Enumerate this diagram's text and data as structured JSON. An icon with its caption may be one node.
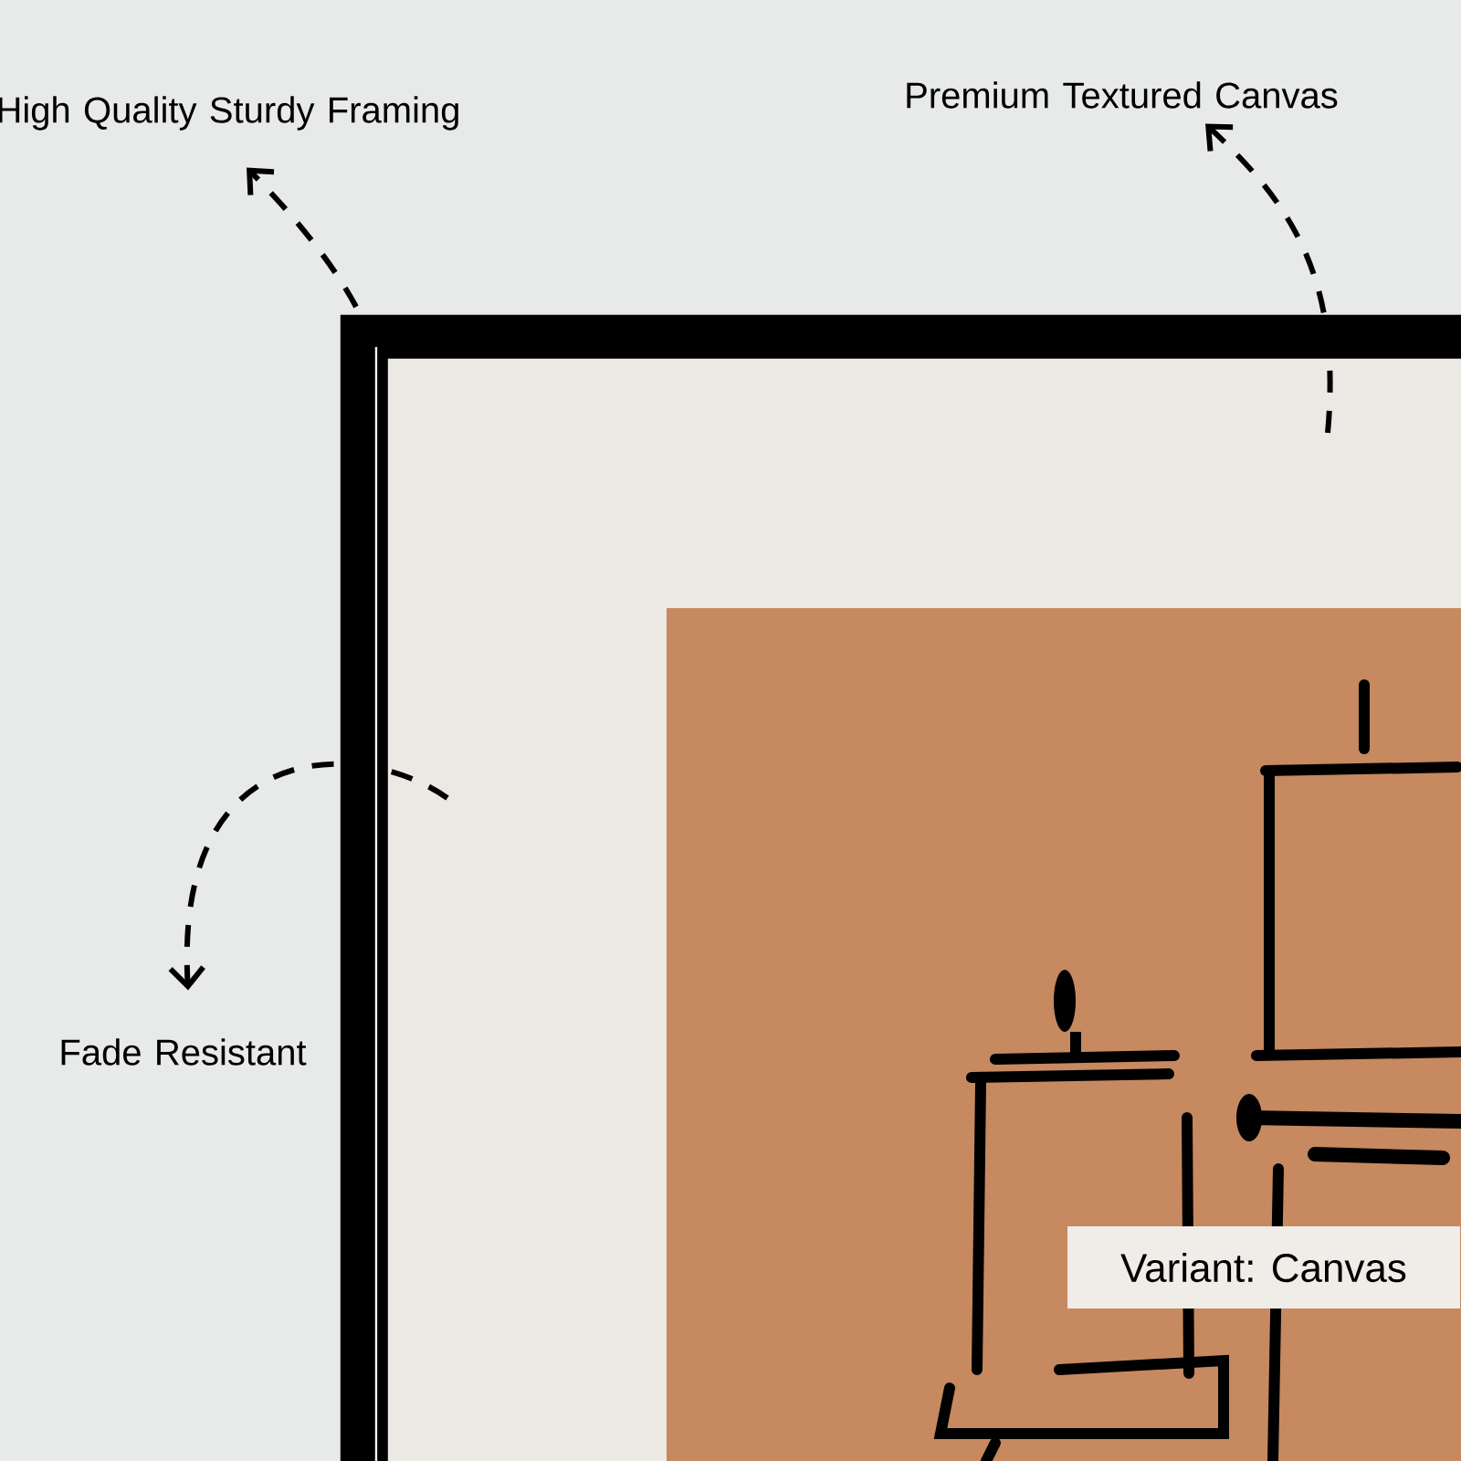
{
  "diagram": {
    "nodes": [
      {
        "text": [
          "High Quality Sturdy Framing"
        ]
      },
      {
        "text": [
          "Premium Textured Canvas"
        ]
      },
      {
        "text": [
          "Fade Resistant"
        ]
      },
      {
        "text": [],
        "shape": "picture"
      },
      {
        "text": [],
        "shape": "picture",
        "in": 3
      },
      {
        "text": [
          "Variant: Canvas"
        ],
        "in": 4
      }
    ],
    "edges": [
      {
        "from": 3,
        "to": 0,
        "arrow": "to",
        "style": "dashed"
      },
      {
        "from": 4,
        "to": 1,
        "arrow": "to",
        "style": "dashed"
      },
      {
        "from": 4,
        "to": 2,
        "arrow": "to",
        "style": "dashed"
      }
    ]
  }
}
